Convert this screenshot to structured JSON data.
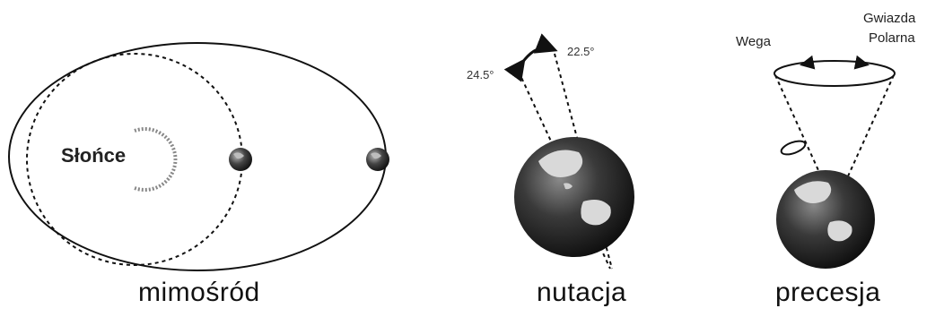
{
  "panels": [
    {
      "caption": "mimośród",
      "labels": {
        "sun": "Słońce"
      }
    },
    {
      "caption": "nutacja",
      "labels": {
        "angle_left": "24.5°",
        "angle_right": "22.5°"
      }
    },
    {
      "caption": "precesja",
      "labels": {
        "star_left": "Wega",
        "star_right_line1": "Gwiazda",
        "star_right_line2": "Polarna"
      }
    }
  ],
  "icons": [
    "sun-icon",
    "planet-icon",
    "earth-globe-icon"
  ],
  "colors": {
    "ink": "#111111",
    "ocean": "#2b2b2b",
    "land": "#d9d9d9",
    "background": "#ffffff"
  }
}
